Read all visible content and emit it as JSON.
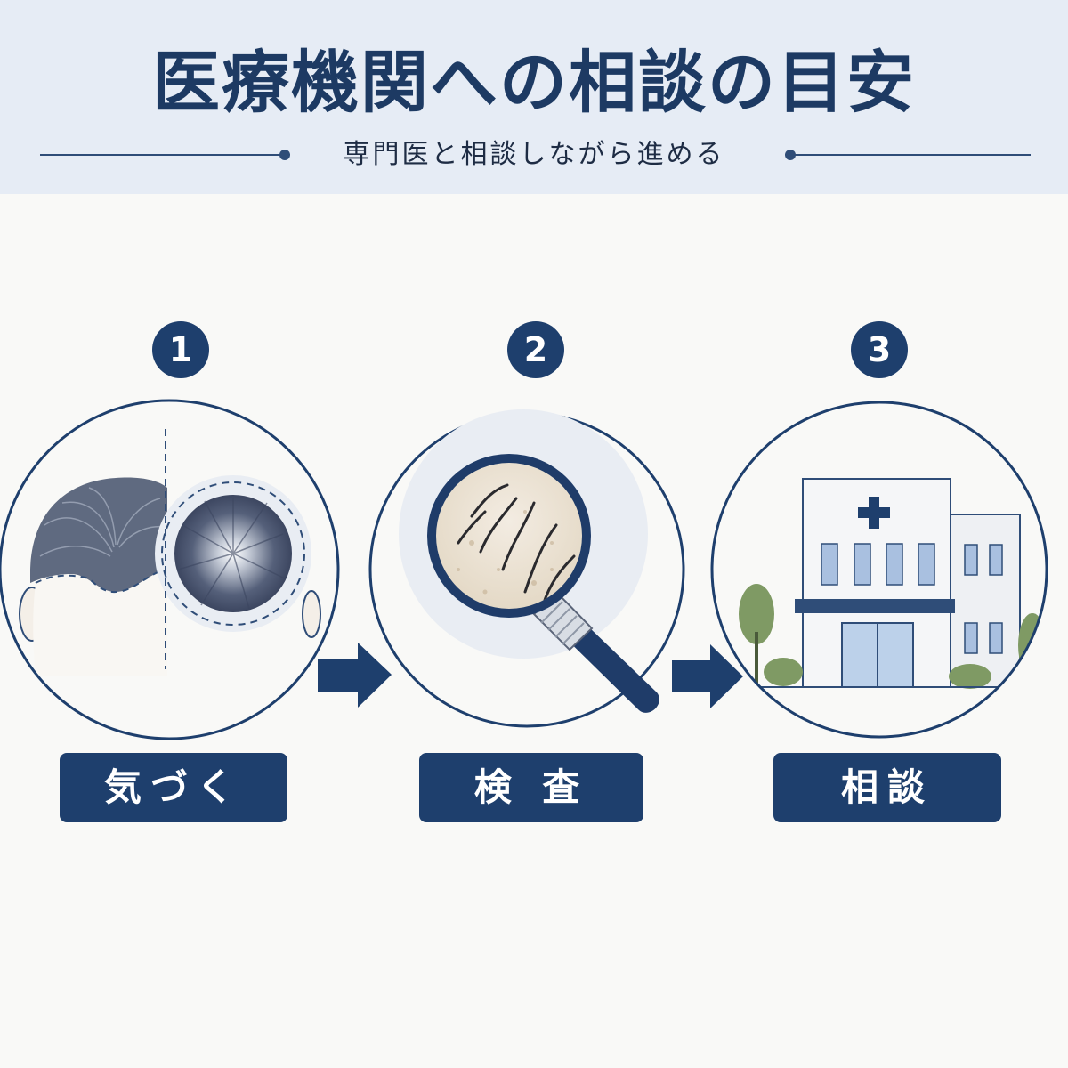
{
  "header": {
    "title": "医療機関への相談の目安",
    "subtitle": "専門医と相談しながら進める"
  },
  "steps": [
    {
      "number": "1",
      "label": "気づく"
    },
    {
      "number": "2",
      "label": "検 査"
    },
    {
      "number": "3",
      "label": "相談"
    }
  ],
  "colors": {
    "navy": "#1e3f6d",
    "header_bg": "#e6ecf5",
    "page_bg": "#f9f9f7",
    "tree_green": "#7f9a64"
  }
}
